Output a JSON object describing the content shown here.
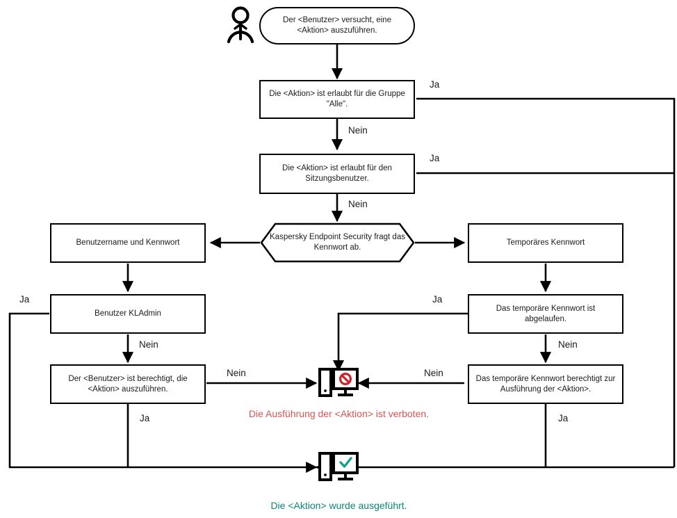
{
  "diagram": {
    "title": "Kaspersky Endpoint Security Kennwortschutz Ablaufdiagramm",
    "language": "de",
    "colors": {
      "line": "#000000",
      "text": "#1a1a1a",
      "deny": "#d9534f",
      "allow": "#0c8577",
      "background": "#ffffff"
    }
  },
  "actor": {
    "icon": "person-icon",
    "label": ""
  },
  "nodes": {
    "start": {
      "id": "start",
      "shape": "stadium",
      "text": "Der <Benutzer> versucht, eine <Aktion> auszuführen."
    },
    "group_all": {
      "id": "group_all",
      "shape": "rect",
      "text": "Die <Aktion> ist erlaubt für die Gruppe \"Alle\"."
    },
    "session_user": {
      "id": "session_user",
      "shape": "rect",
      "text": "Die <Aktion> ist erlaubt für den Sitzungsbenutzer."
    },
    "ask_password": {
      "id": "ask_password",
      "shape": "hexagon",
      "text": "Kaspersky Endpoint Security fragt das Kennwort ab."
    },
    "username_password": {
      "id": "username_password",
      "shape": "rect",
      "text": "Benutzername und Kennwort"
    },
    "temp_password": {
      "id": "temp_password",
      "shape": "rect",
      "text": "Temporäres Kennwort"
    },
    "kladmin": {
      "id": "kladmin",
      "shape": "rect",
      "text": "Benutzer KLAdmin"
    },
    "temp_expired": {
      "id": "temp_expired",
      "shape": "rect",
      "text": "Das temporäre Kennwort ist abgelaufen."
    },
    "user_permitted": {
      "id": "user_permitted",
      "shape": "rect",
      "text": "Der <Benutzer> ist berechtigt, die <Aktion> auszuführen."
    },
    "temp_permits": {
      "id": "temp_permits",
      "shape": "rect",
      "text": "Das temporäre Kennwort berechtigt zur Ausführung der <Aktion>."
    }
  },
  "outcomes": {
    "denied": {
      "icon": "computer-denied-icon",
      "caption": "Die Ausführung der <Aktion> ist verboten."
    },
    "allowed": {
      "icon": "computer-allowed-icon",
      "caption": "Die <Aktion> wurde ausgeführt."
    }
  },
  "edge_labels": {
    "group_all_yes": "Ja",
    "group_all_no": "Nein",
    "session_user_yes": "Ja",
    "session_user_no": "Nein",
    "kladmin_yes": "Ja",
    "kladmin_no": "Nein",
    "user_permitted_no": "Nein",
    "user_permitted_yes": "Ja",
    "temp_expired_yes": "Ja",
    "temp_expired_no": "Nein",
    "temp_permits_no": "Nein",
    "temp_permits_yes": "Ja"
  }
}
